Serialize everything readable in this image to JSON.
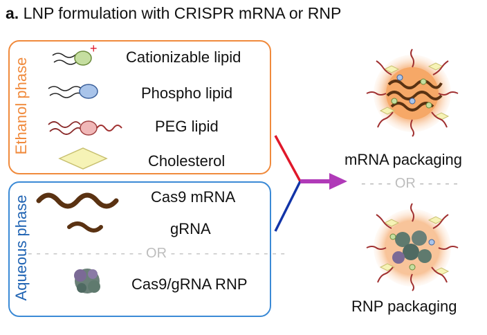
{
  "title": {
    "prefix": "a.",
    "text": "LNP formulation with CRISPR mRNA or RNP"
  },
  "ethanol": {
    "phase_label": "Ethanol phase",
    "items": [
      "Cationizable lipid",
      "Phospho lipid",
      "PEG lipid",
      "Cholesterol"
    ]
  },
  "aqueous": {
    "phase_label": "Aqueous phase",
    "items": [
      "Cas9 mRNA",
      "gRNA",
      "Cas9/gRNA RNP"
    ],
    "or_text": "OR"
  },
  "outputs": {
    "mrna_label": "mRNA packaging",
    "or_text": "OR",
    "rnp_label": "RNP packaging"
  },
  "colors": {
    "ethanol_border": "#f08a3c",
    "aqueous_border": "#3b8ad6",
    "aqueous_text": "#1f63b3",
    "red_line": "#e0182a",
    "blue_line": "#1234a8",
    "arrow": "#b03ab8"
  }
}
